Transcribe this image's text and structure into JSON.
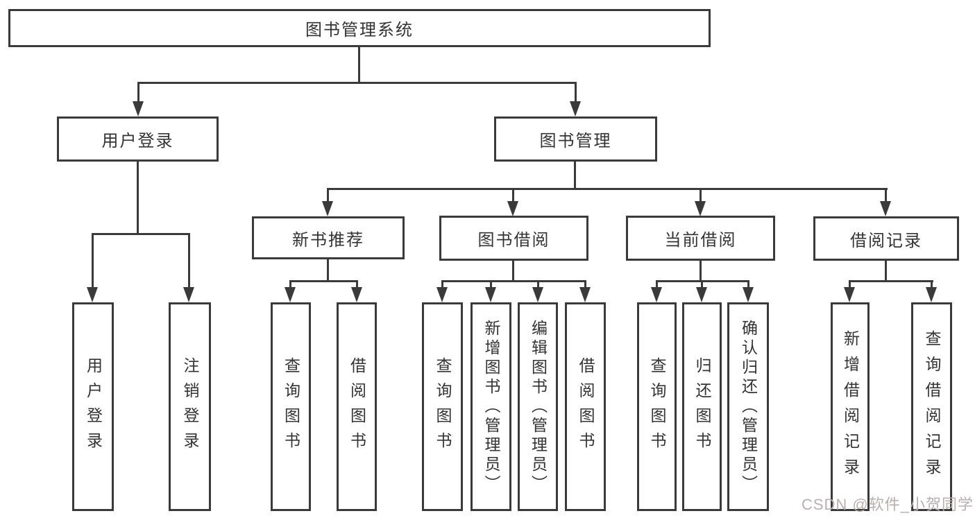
{
  "chart": {
    "type": "org-tree",
    "root": {
      "label": "图书管理系统",
      "children": [
        {
          "label": "用户登录",
          "children": [
            {
              "label": "用户登录"
            },
            {
              "label": "注销登录"
            }
          ]
        },
        {
          "label": "图书管理",
          "children": [
            {
              "label": "新书推荐",
              "children": [
                {
                  "label": "查询图书"
                },
                {
                  "label": "借阅图书"
                }
              ]
            },
            {
              "label": "图书借阅",
              "children": [
                {
                  "label": "查询图书"
                },
                {
                  "label": "新增图书（管理员）"
                },
                {
                  "label": "编辑图书（管理员）"
                },
                {
                  "label": "借阅图书"
                }
              ]
            },
            {
              "label": "当前借阅",
              "children": [
                {
                  "label": "查询图书"
                },
                {
                  "label": "归还图书"
                },
                {
                  "label": "确认归还（管理员）"
                }
              ]
            },
            {
              "label": "借阅记录",
              "children": [
                {
                  "label": "新增借阅记录"
                },
                {
                  "label": "查询借阅记录"
                }
              ]
            }
          ]
        }
      ]
    }
  },
  "colors": {
    "line": "#3a3a3a",
    "text": "#333333",
    "background": "#ffffff",
    "watermark": "#b8b0b0"
  },
  "watermark": {
    "text": "CSDN @软件_小贺同学"
  }
}
